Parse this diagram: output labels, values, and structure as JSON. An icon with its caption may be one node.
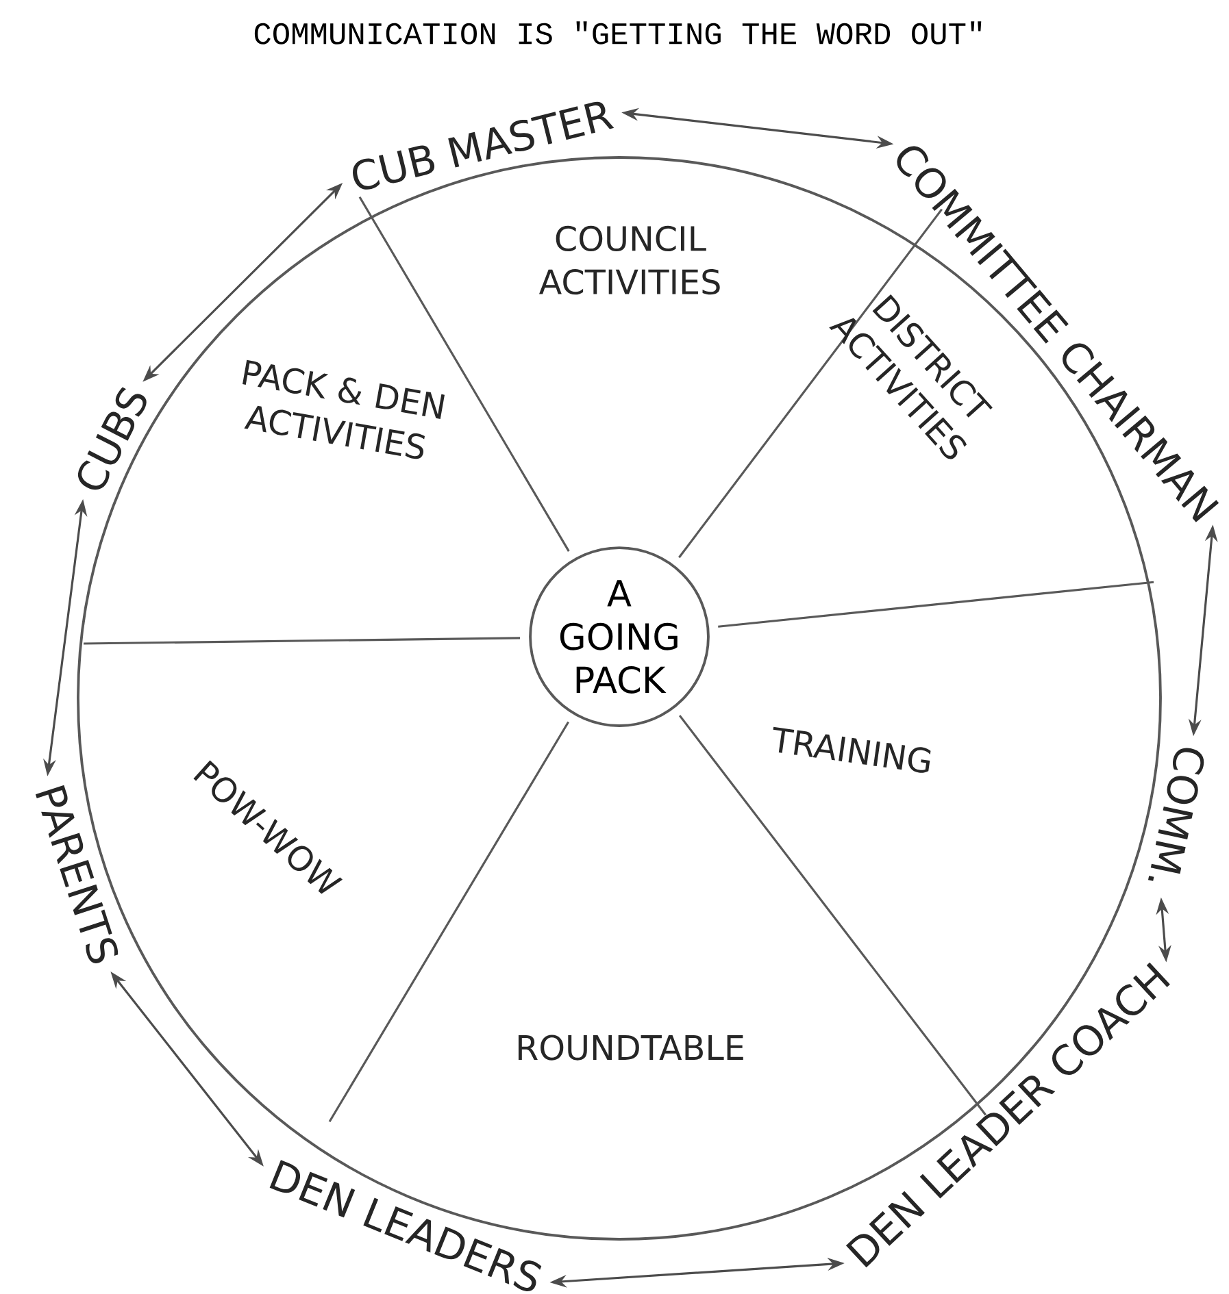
{
  "diagram": {
    "title": "COMMUNICATION IS \"GETTING THE WORD OUT\"",
    "nodes": [
      {
        "text": [],
        "shape": "circle"
      },
      {
        "text": [
          "COUNCIL ACTIVITIES"
        ],
        "in": 0
      },
      {
        "text": [
          "DISTRICT ACTIVITIES"
        ],
        "in": 0
      },
      {
        "text": [
          "PACK & DEN ACTIVITIES"
        ],
        "in": 0
      },
      {
        "text": [
          "A GOING PACK"
        ],
        "in": 0
      },
      {
        "text": [
          "TRAINING"
        ],
        "in": 0
      },
      {
        "text": [
          "POW-WOW"
        ],
        "in": 0
      },
      {
        "text": [
          "ROUNDTABLE"
        ],
        "in": 0
      },
      {
        "text": [
          "CUB MASTER"
        ]
      },
      {
        "text": [
          "COMMITTEE CHAIRMAN"
        ]
      },
      {
        "text": [
          "COMM."
        ]
      },
      {
        "text": [
          "DEN LEADER COACH"
        ]
      },
      {
        "text": [
          "DEN LEADERS"
        ]
      },
      {
        "text": [
          "PARENTS"
        ]
      },
      {
        "text": [
          "CUBS"
        ]
      }
    ],
    "edges": [
      {
        "from": 8,
        "to": 9,
        "arrow": "both"
      },
      {
        "from": 9,
        "to": 10,
        "arrow": "both"
      },
      {
        "from": 10,
        "to": 11,
        "arrow": "both"
      },
      {
        "from": 11,
        "to": 12,
        "arrow": "both"
      },
      {
        "from": 12,
        "to": 13,
        "arrow": "both"
      },
      {
        "from": 13,
        "to": 14,
        "arrow": "both"
      },
      {
        "from": 14,
        "to": 8,
        "arrow": "both"
      }
    ]
  }
}
